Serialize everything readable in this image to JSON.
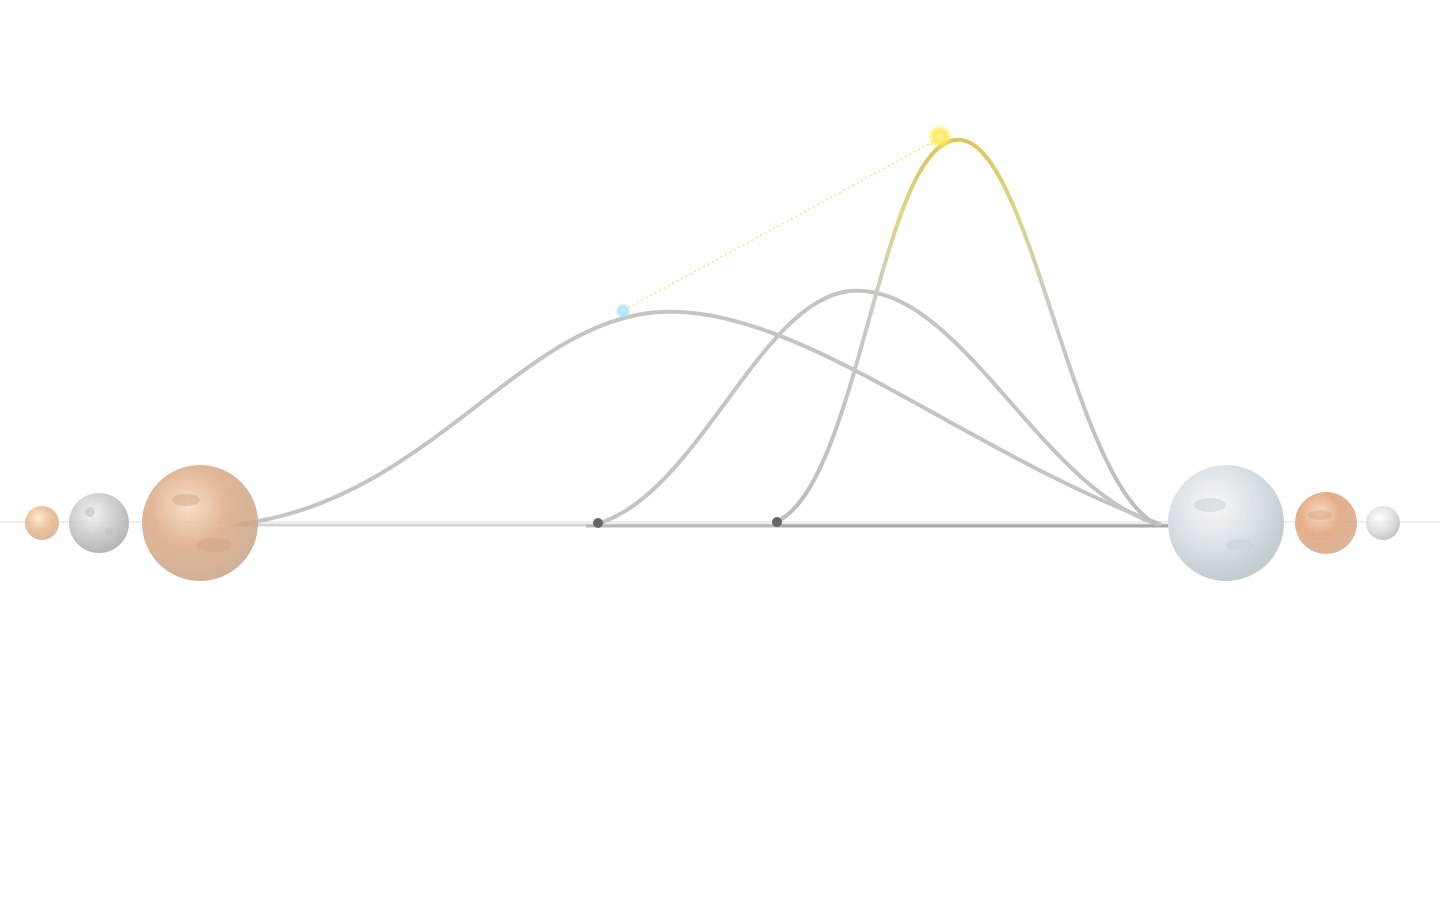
{
  "scene": {
    "background": "#ffffff",
    "baseline_color": "#cfcfcf",
    "track_color": "#bdbdbd"
  },
  "planets": {
    "left": [
      {
        "name": "small-orange-planet",
        "tone": "#e7b98f"
      },
      {
        "name": "grey-moon",
        "tone": "#bfc2c4"
      },
      {
        "name": "mars-like-planet",
        "tone": "#d8a47e"
      }
    ],
    "right": [
      {
        "name": "icy-planet",
        "tone": "#d9e1e6"
      },
      {
        "name": "orange-planet",
        "tone": "#e4a777"
      },
      {
        "name": "small-grey-moon",
        "tone": "#dcdcdc"
      }
    ]
  },
  "trajectories": [
    {
      "name": "wide-trajectory",
      "color": "#b5b5b5"
    },
    {
      "name": "mid-trajectory",
      "color": "#b5b5b5"
    },
    {
      "name": "tall-trajectory",
      "color": "#b5b5b5",
      "highlight": "#e9e07a"
    }
  ],
  "markers": {
    "launch_points": {
      "color": "#666666"
    },
    "blue_probe": {
      "color": "#a8e3fb"
    },
    "sun_probe": {
      "color": "#ffe95a"
    }
  }
}
